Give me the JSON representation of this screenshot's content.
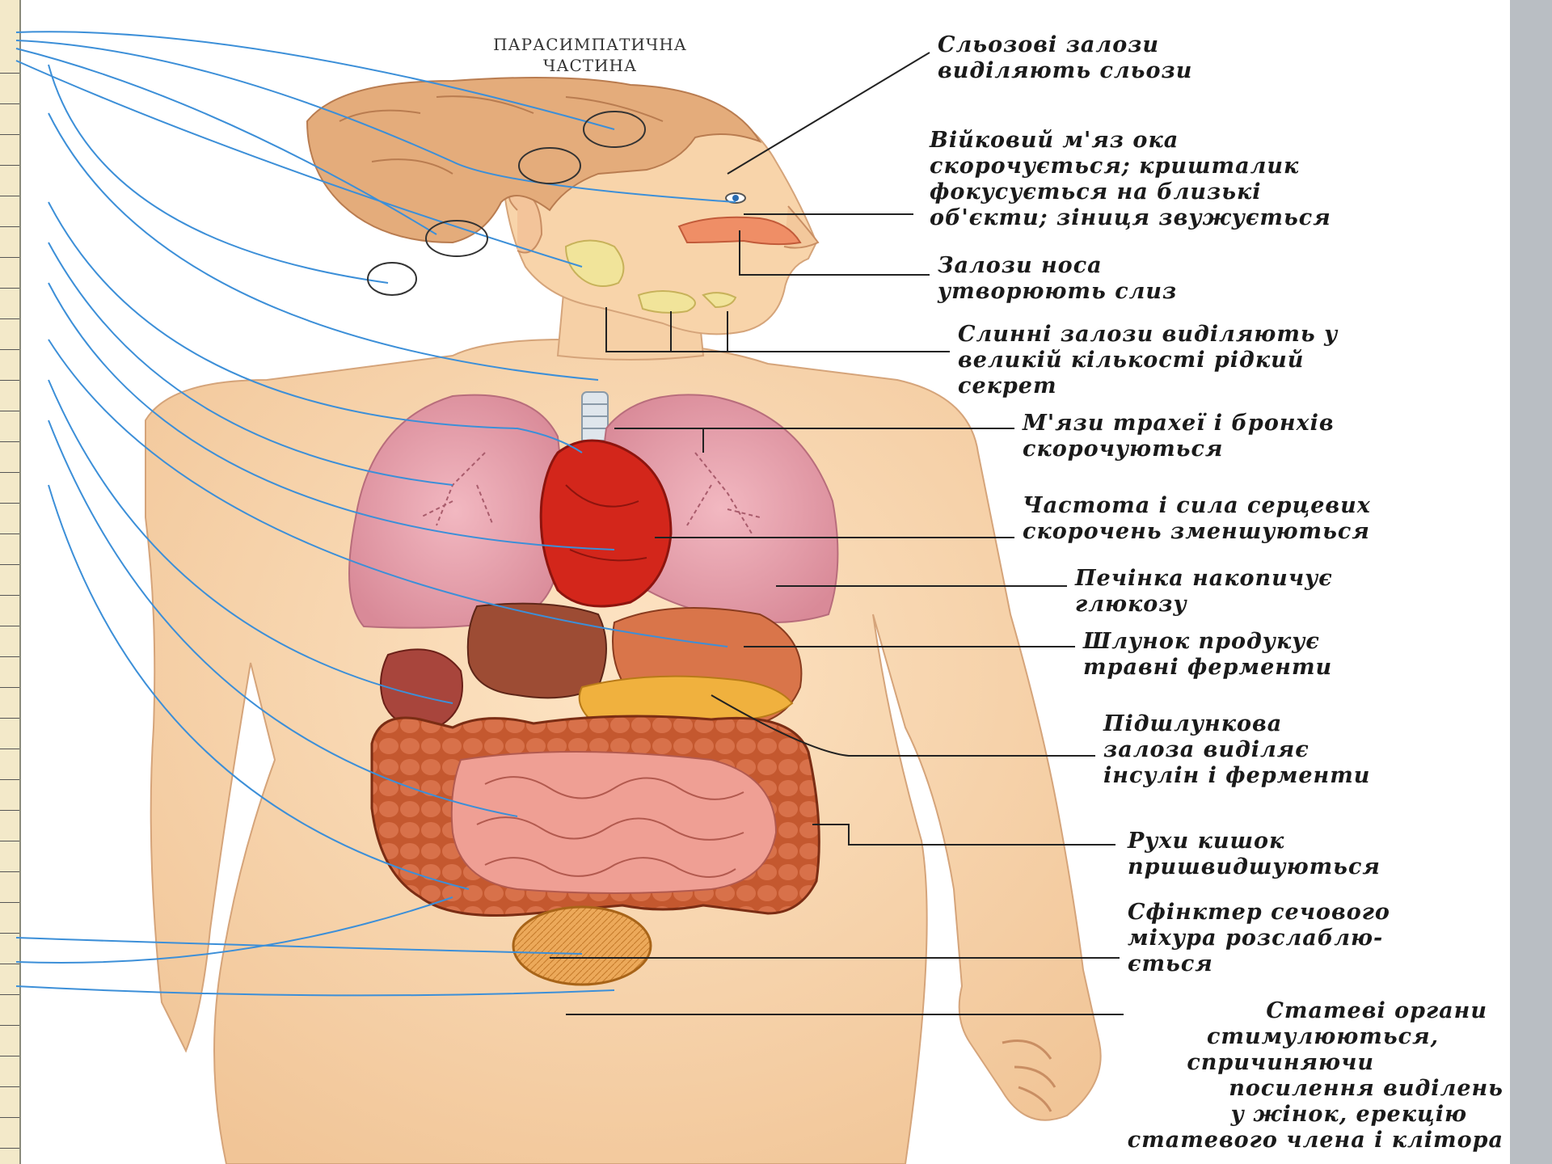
{
  "title": {
    "line1": "ПАРАСИМПАТИЧНА",
    "line2": "ЧАСТИНА"
  },
  "labels": [
    {
      "id": "lacrimal",
      "lines": [
        "Сльозові залози",
        "виділяють сльози"
      ]
    },
    {
      "id": "ciliary",
      "lines": [
        "Війковий м'яз ока",
        "скорочується; кришталик",
        "фокусується на близькі",
        "об'єкти; зіниця звужується"
      ]
    },
    {
      "id": "nasal",
      "lines": [
        "Залози носа",
        "утворюють слиз"
      ]
    },
    {
      "id": "salivary",
      "lines": [
        "Слинні залози виділяють у",
        "великій кількості рідкий",
        "секрет"
      ]
    },
    {
      "id": "trachea",
      "lines": [
        "М'язи трахеї і бронхів",
        "скорочуються"
      ]
    },
    {
      "id": "heart",
      "lines": [
        "Частота і сила серцевих",
        "скорочень зменшуються"
      ]
    },
    {
      "id": "liver",
      "lines": [
        "Печінка накопичує",
        "глюкозу"
      ]
    },
    {
      "id": "stomach",
      "lines": [
        "Шлунок продукує",
        "травні ферменти"
      ]
    },
    {
      "id": "pancreas",
      "lines": [
        "Підшлункова",
        "залоза виділяє",
        "інсулін і ферменти"
      ]
    },
    {
      "id": "intestine",
      "lines": [
        "Рухи кишок",
        "пришвидшуються"
      ]
    },
    {
      "id": "bladder",
      "lines": [
        "Сфінктер сечового",
        "міхура розслаблю-",
        "ється"
      ]
    },
    {
      "id": "genitals",
      "lines": [
        "Статеві органи",
        "стимулюються,",
        "спричиняючи",
        "посилення виділень",
        "у жінок, ерекцію",
        "статевого члена і клітора"
      ]
    }
  ],
  "colors": {
    "skin": "#f8d7b0",
    "skin_shade": "#e9b98c",
    "hair": "#e0a97a",
    "lung": "#e6a3ae",
    "heart": "#d9291e",
    "liver": "#9a4a32",
    "intestine": "#e8948a",
    "colon": "#c9623d",
    "nerve": "#3c8fd8",
    "bladder": "#e8a24a"
  }
}
